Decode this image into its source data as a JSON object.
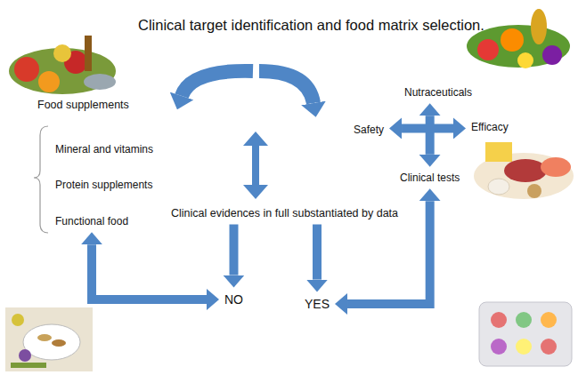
{
  "diagram": {
    "title": "Clinical target identification and food matrix selection.",
    "nodes": [
      {
        "text": [
          "Food supplements"
        ]
      },
      {
        "text": [
          "Mineral and vitamins"
        ]
      },
      {
        "text": [
          "Protein supplements"
        ]
      },
      {
        "text": [
          "Functional food"
        ]
      },
      {
        "text": [
          "Clinical evidences in full substantiated by data"
        ]
      },
      {
        "text": [
          "NO"
        ]
      },
      {
        "text": [
          "YES"
        ]
      },
      {
        "text": [
          "Nutraceuticals"
        ]
      },
      {
        "text": [
          "Safety"
        ]
      },
      {
        "text": [
          "Efficacy"
        ]
      },
      {
        "text": [
          "Clinical tests"
        ]
      }
    ],
    "edges": [
      {
        "from": 4,
        "to": 5,
        "arrow": "to"
      },
      {
        "from": 4,
        "to": 6,
        "arrow": "to"
      },
      {
        "from": 5,
        "to": 3,
        "arrow": "both"
      },
      {
        "from": 6,
        "to": 10,
        "arrow": "both"
      },
      {
        "from": 7,
        "to": 10,
        "arrow": "both"
      },
      {
        "from": 8,
        "to": 9,
        "arrow": "both"
      }
    ]
  }
}
